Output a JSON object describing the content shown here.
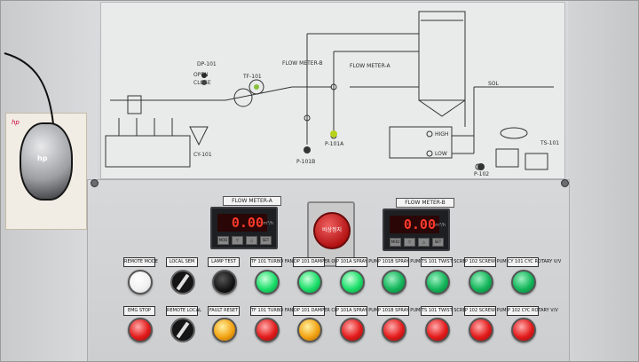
{
  "diagram": {
    "labels": {
      "dp": "DP-101",
      "open": "OPEN",
      "close": "CLOSE",
      "tf": "TF-101",
      "fm_b": "FLOW METER-B",
      "fm_a": "FLOW METER-A",
      "cy": "CY-101",
      "p101a": "P-101A",
      "p101b": "P-101B",
      "high": "HIGH",
      "low": "LOW",
      "sol": "SOL",
      "ts": "TS-101",
      "p102": "P-102"
    }
  },
  "meters": {
    "a_label": "FLOW METER-A",
    "b_label": "FLOW METER-B",
    "a_value": "0.00",
    "b_value": "0.00",
    "unit": "m³/h",
    "keys": [
      "MOD",
      "▽",
      "△",
      "SET"
    ]
  },
  "estop": {
    "label": "비상정지"
  },
  "row1": [
    {
      "label": "REMOTE MODE",
      "type": "lamp",
      "color": "w"
    },
    {
      "label": "LOCAL SEM",
      "type": "selector"
    },
    {
      "label": "LAMP TEST",
      "type": "lamp",
      "color": "k"
    },
    {
      "label": "TF 101 TURBO FAN",
      "type": "lamp",
      "color": "g"
    },
    {
      "label": "DP 101 DAMPER OPEN",
      "type": "lamp",
      "color": "g"
    },
    {
      "label": "P 101A SPRAY PUMP",
      "type": "lamp",
      "color": "g"
    },
    {
      "label": "P 101B SPRAY PUMP",
      "type": "lamp",
      "color": "g2"
    },
    {
      "label": "TS 101 TWIST SCREEN",
      "type": "lamp",
      "color": "g2"
    },
    {
      "label": "P 102 SCREW PUMP",
      "type": "lamp",
      "color": "g2"
    },
    {
      "label": "CY 101 CYC ROTARY V/V",
      "type": "lamp",
      "color": "g2"
    }
  ],
  "row2": [
    {
      "label": "EMG STOP",
      "type": "lamp",
      "color": "r"
    },
    {
      "label": "REMOTE LOCAL",
      "type": "selector"
    },
    {
      "label": "FAULT RESET",
      "type": "lamp",
      "color": "y"
    },
    {
      "label": "TF 101 TURBO FAN",
      "type": "lamp",
      "color": "r"
    },
    {
      "label": "DP 101 DAMPER CLOSE",
      "type": "lamp",
      "color": "y"
    },
    {
      "label": "P 101A SPRAY PUMP",
      "type": "lamp",
      "color": "r"
    },
    {
      "label": "P 101B SPRAY PUMP",
      "type": "lamp",
      "color": "r"
    },
    {
      "label": "TS 101 TWIST SCREEN",
      "type": "lamp",
      "color": "r"
    },
    {
      "label": "P 102 SCREW PUMP",
      "type": "lamp",
      "color": "r"
    },
    {
      "label": "P 102 CYC ROTARY V/V",
      "type": "lamp",
      "color": "r"
    }
  ],
  "card": {
    "brand": "hp"
  },
  "mouse": {
    "logo": "hp"
  }
}
